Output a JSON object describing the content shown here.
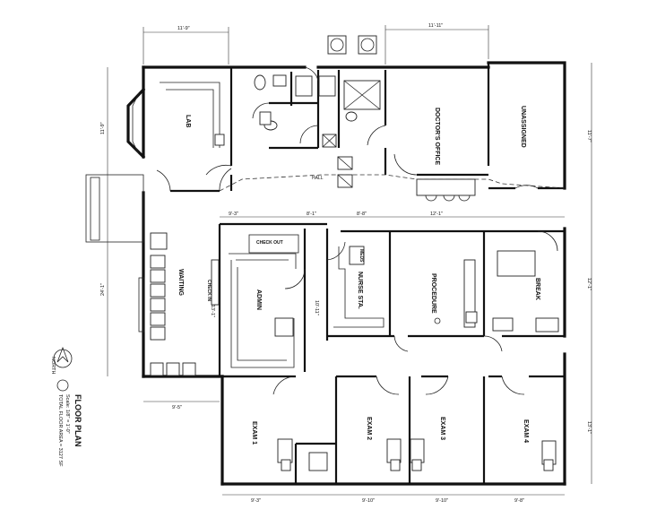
{
  "title_block": {
    "title": "FLOOR PLAN",
    "scale": "Scale: 1/8\" = 1'-0\"",
    "area": "TOTAL FLOOR AREA = 3127 SF",
    "north_symbol": "NORTH"
  },
  "rooms": {
    "lab": "LAB",
    "waiting": "WAITING",
    "admin": "ADMIN",
    "doctors_office": "DOCTOR'S OFFICE",
    "unassigned": "UNASSIGNED",
    "nurse_station": "NURSE STA.",
    "procedure": "PROCEDURE",
    "break": "BREAK",
    "exam1": "EXAM 1",
    "exam2": "EXAM 2",
    "exam3": "EXAM 3",
    "exam4": "EXAM 4",
    "meds": "MEDS",
    "check_out": "CHECK OUT",
    "check_in": "CHECK IN",
    "hall": "HALL"
  },
  "dimensions": {
    "top_left": "11'-9\"",
    "top_right": "11'-11\"",
    "mid_1": "9'-3\"",
    "mid_2": "8'-1\"",
    "mid_3": "8'-8\"",
    "mid_4": "12'-1\"",
    "bottom_1": "9'-3\"",
    "bottom_2": "9'-10\"",
    "bottom_3": "9'-10\"",
    "bottom_4": "9'-8\"",
    "waiting_bottom": "9'-5\"",
    "left_lab": "11'-9\"",
    "left_waiting": "24'-1\"",
    "right_unassigned": "11'-7\"",
    "right_break": "12'-1\"",
    "right_exam4": "13'-1\"",
    "admin_side": "13'-1\"",
    "nurse_side": "10'-11\""
  }
}
